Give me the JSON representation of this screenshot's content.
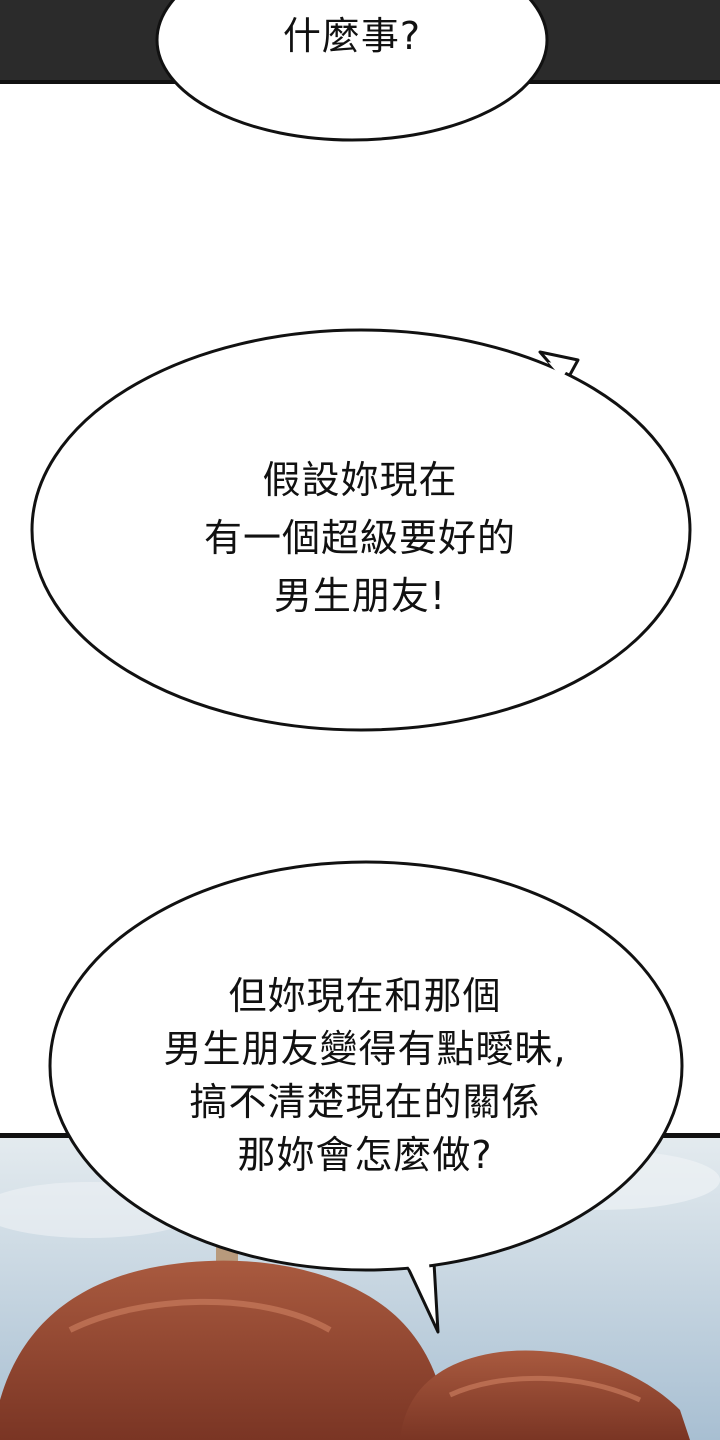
{
  "panels": {
    "top_panel_color": "#2b2b2b",
    "sky_color_top": "#dfe7ec",
    "sky_color_bottom": "#a9bfd1",
    "hair_color": "#9a4a34",
    "bubble_outline_color": "#111111"
  },
  "bubbles": {
    "first": {
      "lines": [
        "什麼事?"
      ]
    },
    "second": {
      "lines": [
        "假設妳現在",
        "有一個超級要好的",
        "男生朋友!"
      ]
    },
    "third": {
      "lines": [
        "但妳現在和那個",
        "男生朋友變得有點曖昧,",
        "搞不清楚現在的關係",
        "那妳會怎麼做?"
      ]
    }
  }
}
